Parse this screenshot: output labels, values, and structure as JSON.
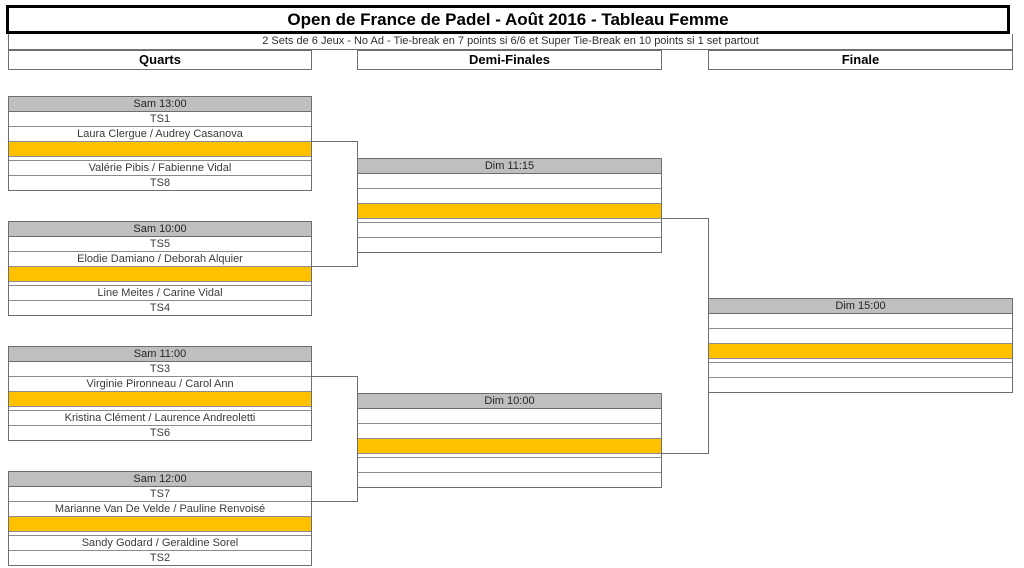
{
  "title": "Open de France de Padel - Août 2016 - Tableau Femme",
  "subtitle": "2 Sets de 6 Jeux - No Ad - Tie-break en 7 points si 6/6 et Super Tie-Break en 10 points si 1 set partout",
  "columns": [
    {
      "label": "Quarts"
    },
    {
      "label": "Demi-Finales"
    },
    {
      "label": "Finale"
    }
  ],
  "colors": {
    "time_header_gray": "#BFBFBF",
    "winner_row_yellow": "#FFC000",
    "connector_line": "#6E6E6E"
  },
  "quarterfinals": [
    {
      "time": "Sam 13:00",
      "seed_top": "TS1",
      "team_top": "Laura Clergue / Audrey Casanova",
      "winner": "",
      "team_bottom": "Valérie Pibis / Fabienne Vidal",
      "seed_bottom": "TS8"
    },
    {
      "time": "Sam 10:00",
      "seed_top": "TS5",
      "team_top": "Elodie Damiano / Deborah Alquier",
      "winner": "",
      "team_bottom": "Line Meites / Carine Vidal",
      "seed_bottom": "TS4"
    },
    {
      "time": "Sam 11:00",
      "seed_top": "TS3",
      "team_top": "Virginie Pironneau / Carol Ann",
      "winner": "",
      "team_bottom": "Kristina Clément / Laurence Andreoletti",
      "seed_bottom": "TS6"
    },
    {
      "time": "Sam 12:00",
      "seed_top": "TS7",
      "team_top": "Marianne Van De Velde / Pauline Renvoisé",
      "winner": "",
      "team_bottom": "Sandy Godard / Geraldine Sorel",
      "seed_bottom": "TS2"
    }
  ],
  "semifinals": [
    {
      "time": "Dim 11:15",
      "seed_top": "",
      "team_top": "",
      "winner": "",
      "team_bottom": "",
      "seed_bottom": ""
    },
    {
      "time": "Dim 10:00",
      "seed_top": "",
      "team_top": "",
      "winner": "",
      "team_bottom": "",
      "seed_bottom": ""
    }
  ],
  "final": {
    "time": "Dim 15:00",
    "seed_top": "",
    "team_top": "",
    "winner": "",
    "team_bottom": "",
    "seed_bottom": ""
  }
}
